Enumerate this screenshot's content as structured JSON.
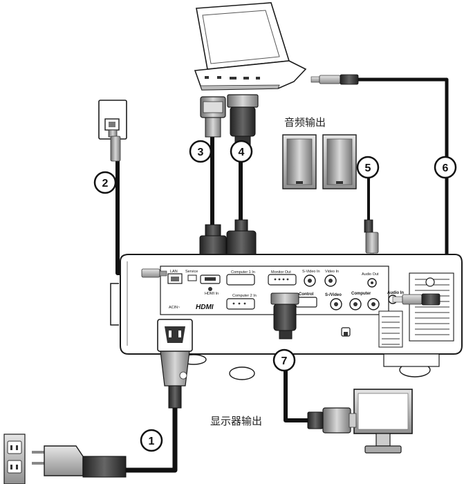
{
  "captions": {
    "audio_out": "音频输出",
    "monitor_out": "显示器输出"
  },
  "callouts": [
    "1",
    "2",
    "3",
    "4",
    "5",
    "6",
    "7"
  ],
  "ports": {
    "lan": "LAN",
    "service": "Service",
    "hdmi_in": "HDMI In",
    "computer1_in": "Computer 1 In",
    "computer2_in": "Computer 2 In",
    "monitor_out": "Monitor Out",
    "svideo_in": "S-Video In",
    "video_in": "Video In",
    "audio_out": "Audio Out",
    "audio_in": "Audio In",
    "svideo": "S-/Video",
    "computer": "Computer",
    "control": "Control",
    "ac_in": "ACIN~",
    "hdmi_logo": "HDMI"
  },
  "colors": {
    "cable": "#111111",
    "device_body": "#ffffff",
    "device_outline": "#1a1a1a",
    "connector_gray": "#9a9a9a",
    "callout_fill": "#ffffff"
  }
}
